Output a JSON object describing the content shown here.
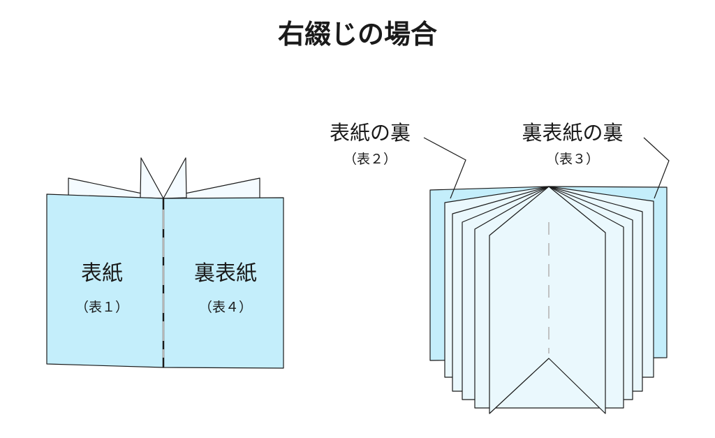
{
  "title": "右綴じの場合",
  "closed_book": {
    "front_cover": {
      "label": "表紙",
      "sub_label": "（表１）"
    },
    "back_cover": {
      "label": "裏表紙",
      "sub_label": "（表４）"
    }
  },
  "open_book": {
    "inside_front_cover": {
      "label": "表紙の裏",
      "sub_label": "（表２）"
    },
    "inside_back_cover": {
      "label": "裏表紙の裏",
      "sub_label": "（表３）"
    }
  },
  "colors": {
    "cover_fill": "#c4eefb",
    "page_fill": "#eaf8fd",
    "page_tip_fill": "#f4fbff",
    "outline": "#1a1a1a",
    "spine_dash": "#b5b5b5"
  }
}
